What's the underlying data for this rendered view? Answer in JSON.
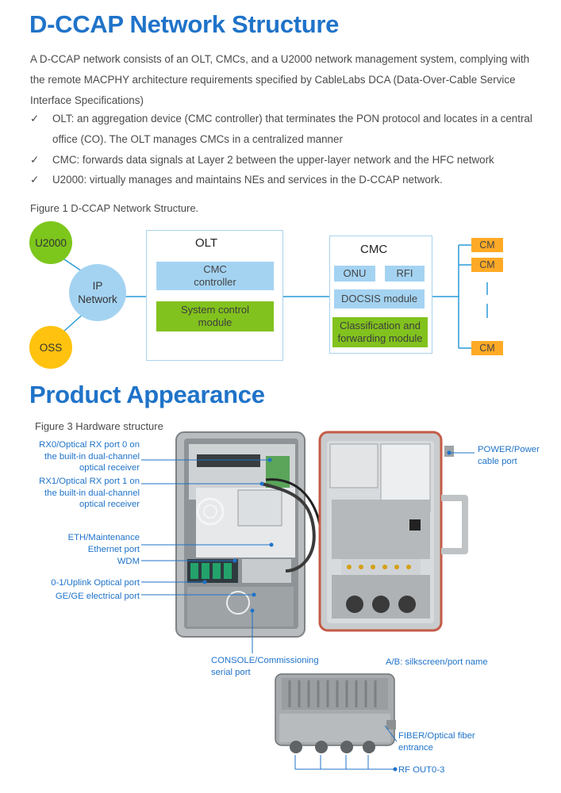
{
  "section1": {
    "title": "D-CCAP Network Structure",
    "intro": "A D-CCAP network consists of an OLT, CMCs, and a U2000 network management system, complying with the remote MACPHY architecture requirements specified by CableLabs DCA (Data-Over-Cable Service Interface Specifications)",
    "bullet_mark": "✓",
    "bullets": [
      "OLT: an aggregation device (CMC controller) that terminates the PON protocol and locates in a central office (CO). The OLT manages CMCs in a centralized manner",
      "CMC: forwards data signals at Layer 2 between the upper-layer network and the HFC network",
      "U2000: virtually manages and maintains NEs and services in the D-CCAP network."
    ],
    "figure_caption": "Figure 1 D-CCAP Network Structure."
  },
  "diagram": {
    "u2000": "U2000",
    "ip_network": "IP Network",
    "oss": "OSS",
    "olt": {
      "title": "OLT",
      "cmc_controller": "CMC controller",
      "system_control": "System control module"
    },
    "cmc": {
      "title": "CMC",
      "onu": "ONU",
      "rfi": "RFI",
      "docsis": "DOCSIS module",
      "classification": "Classification and forwarding module"
    },
    "cm_label": "CM",
    "colors": {
      "u2000": "#7dc61c",
      "ip_network": "#a4d3f2",
      "oss": "#ffc20e",
      "cm": "#ffaa26",
      "frame": "#a9d3ef"
    }
  },
  "section2": {
    "title": "Product Appearance",
    "figure_caption": "Figure 3 Hardware structure",
    "callouts": {
      "rx0": "RX0/Optical RX port 0 on the built-in dual-channel optical receiver",
      "rx1": "RX1/Optical RX port 1 on the built-in dual-channel optical receiver",
      "eth": "ETH/Maintenance Ethernet port",
      "wdm": "WDM",
      "uplink": "0-1/Uplink Optical port",
      "ge": "GE/GE electrical port",
      "power": "POWER/Power cable port",
      "console": "CONSOLE/Commissioning serial port",
      "silkscreen": "A/B: silkscreen/port name",
      "fiber": "FIBER/Optical fiber entrance",
      "rfout": "RF OUT0-3"
    }
  }
}
